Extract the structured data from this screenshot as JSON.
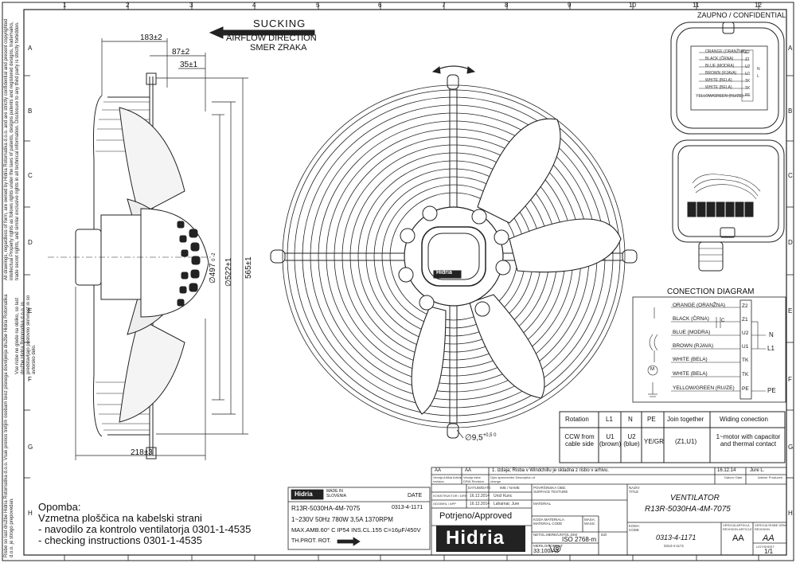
{
  "frame": {
    "col_labels": [
      "1",
      "2",
      "3",
      "4",
      "5",
      "6",
      "7",
      "8",
      "9",
      "10",
      "11",
      "12"
    ],
    "row_labels": [
      "A",
      "B",
      "C",
      "D",
      "E",
      "F",
      "G",
      "H"
    ],
    "confidential": "ZAUPNO / CONFIDENTIAL",
    "side_text_1": "All drawings, regardless of form, are owned by Hidria Rotomatika d.o.o. and are strictly confidential and present copyrighted intellectual Property rights as follows rights under the laws of patents, designs patents and registered designs, trademarks, trade secret rights, and similar exclusive rights in all technical information. Disclosure to any third party is strictly forbidden.",
    "side_text_2": "Vse risbe ne glede na obliko, so last družbe Hidria Rotomatika d.o.o. in predstavljajo poslovno skrivnost in so avtorsko delo.",
    "side_text_3": "Risbe so last družbe Hidria Rotomatika d.o.o. Vsak prenos tretjim osebam brez pisnega dovoljenja družbe Hidria Rotomatika d.o.o. je strogo prepovedan."
  },
  "airflow": {
    "line1": "SUCKING",
    "line2": "AIRFLOW DIRECTION",
    "line3": "SMER ZRAKA"
  },
  "dimensions": {
    "d183": "183±2",
    "d87": "87±2",
    "d35": "35±1",
    "d218": "218±3",
    "d497": "∅497",
    "d497_tol": "0 -2",
    "d522": "∅522±1",
    "d565": "565±1",
    "hole": "∅9,5",
    "hole_tol": "+0,5 0"
  },
  "connection": {
    "title": "CONECTION DIAGRAM",
    "wires": [
      {
        "label": "ORANGE (ORANŽNA)",
        "term": "Z2"
      },
      {
        "label": "BLACK (ČRNA)",
        "term": "Z1"
      },
      {
        "label": "BLUE (MODRA)",
        "term": "U2"
      },
      {
        "label": "BROWN (RJAVA)",
        "term": "U1"
      },
      {
        "label": "WHITE (BELA)",
        "term": "TK"
      },
      {
        "label": "WHITE (BELA)",
        "term": "TK"
      },
      {
        "label": "YELLOW/GREEN (RU/ZE)",
        "term": "PE"
      }
    ],
    "outputs": {
      "n": "N",
      "l1": "L1",
      "pe": "PE"
    },
    "cap_label": "C",
    "motor_label": "M"
  },
  "rotation_table": {
    "headers": [
      "Rotation",
      "L1",
      "N",
      "PE",
      "Join together",
      "Widing conection"
    ],
    "row": [
      "CCW from cable side",
      "U1 (brown)",
      "U2 (blue)",
      "YE/GR",
      "(Z1,U1)",
      "1~motor with capacitor and thermal contact"
    ]
  },
  "notes": {
    "title": "Opomba:",
    "line1": "Vzmetna ploščica na kabelski strani",
    "line2": "- navodilo za kontrolo ventilatorja 0301-1-4535",
    "line3": "- checking instructions 0301-1-4535"
  },
  "label_plate": {
    "brand": "Hidria",
    "made1": "MADE IN",
    "made2": "SLOVENIA",
    "date": "DATE",
    "model": "R13R-5030HA-4M-7075",
    "code": "0313-4-1171",
    "spec1": "1~230V 50Hz 780W 3,5A 1370RPM",
    "spec2": "MAX.AMB.60° C IP54 INS.CL.155 C=16μF/450V",
    "spec3": "TH.PROT. ROT."
  },
  "approval": {
    "text": "Potrjeno/Approved",
    "logo": "Hidria"
  },
  "title_block": {
    "rev1": "AA",
    "rev2": "AA",
    "rev_text": "1. izdaja; Risba v Windchillu je skladna z risbo v arhivu.",
    "rev_date": "16.12.14",
    "rev_by": "Jure L.",
    "hdr_cols": [
      "Verzija Artikla Article revision",
      "Verzija risbe DRW Revision",
      "Opis spremembe Description of change"
    ],
    "hdr_right": [
      "Datum: Date",
      "Izdelal: Produced"
    ],
    "date_col": "DATUM/DATE",
    "name_col": "IME / NAME",
    "r_constructed": "KONSTRUKTOR / DRN",
    "d_constructed": "16.12.2014",
    "n_constructed": "Urož Kunc",
    "r_approved": "ODOBRIL / APP",
    "d_approved": "16.12.2014",
    "n_approved": "Laharnar, Jure",
    "surface": "POVRŠINSKA OBD. SURFACE TEXTURE",
    "material": "MATERIAL",
    "material_code": "KODA MATERIALA MATERIAL CODE",
    "mass": "MASA: MASS:",
    "tol": "NETOL.MERE/UNTOL.DIM",
    "tol_val": "ISO 2768-m",
    "scale_lbl": "MERILO/FORMAT",
    "scale": "33:100/A3",
    "title_lbl": "NAZIV: TITLE",
    "title1": "VENTILATOR",
    "title2": "R13R-5030HA-4M-7075",
    "code_lbl": "KODA: CODE",
    "code": "0313-4-1171",
    "code_small": "0313-4-1171",
    "art_rev_lbl": "VERZIJA ARTIKLA REVISION ARTICLE",
    "drw_rev_lbl": "VERZIJA RISBE DRW REVISION",
    "art_rev": "AA",
    "drw_rev": "AA",
    "sheet": "1/1",
    "sheet_lbl": "LIST/SHEET",
    "dzi": "DZI"
  },
  "terminal_box": {
    "pins": [
      "Z2",
      "Z1",
      "U2",
      "U1",
      "TK",
      "TK",
      "PE"
    ],
    "wire_colors": [
      "ORANGE (ORANŽNA)",
      "BLACK (ČRNA)",
      "BLUE (MODRA)",
      "BROWN (RJAVA)",
      "WHITE (BELA)",
      "WHITE (BELA)",
      "YELLOW/GREEN (RU/ZE)"
    ],
    "n_label": "N",
    "l_label": "L"
  },
  "hub_logo": "Hidria"
}
